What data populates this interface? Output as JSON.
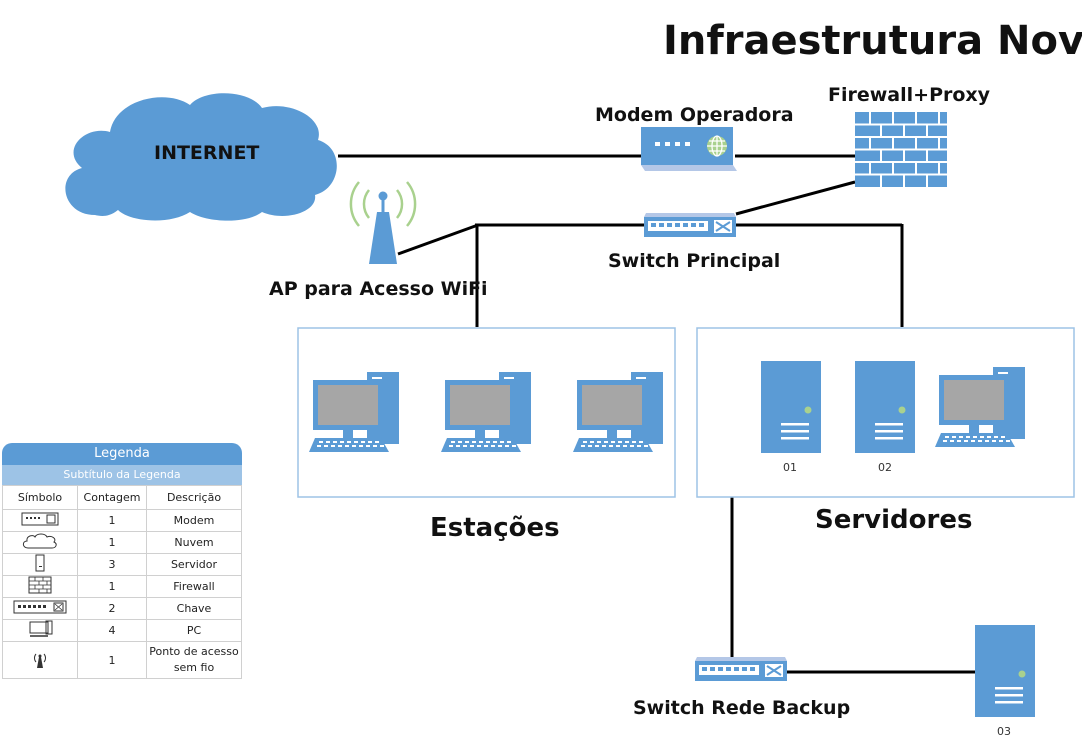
{
  "title": "Infraestrutura Nova",
  "nodes": {
    "internet": "INTERNET",
    "modem": "Modem Operadora",
    "firewall": "Firewall+Proxy",
    "switch_main": "Switch Principal",
    "ap": "AP para Acesso WiFi",
    "switch_backup": "Switch Rede Backup"
  },
  "groups": {
    "stations": "Estações",
    "servers": "Servidores"
  },
  "server_ids": [
    "01",
    "02",
    "03"
  ],
  "legend": {
    "title": "Legenda",
    "subtitle": "Subtítulo da Legenda",
    "headers": [
      "Símbolo",
      "Contagem",
      "Descrição"
    ],
    "rows": [
      {
        "icon": "modem-icon",
        "count": "1",
        "desc": "Modem"
      },
      {
        "icon": "cloud-icon",
        "count": "1",
        "desc": "Nuvem"
      },
      {
        "icon": "server-icon",
        "count": "3",
        "desc": "Servidor"
      },
      {
        "icon": "firewall-icon",
        "count": "1",
        "desc": "Firewall"
      },
      {
        "icon": "switch-icon",
        "count": "2",
        "desc": "Chave"
      },
      {
        "icon": "pc-icon",
        "count": "4",
        "desc": "PC"
      },
      {
        "icon": "access-point-icon",
        "count": "1",
        "desc": "Ponto de acesso sem fio"
      }
    ]
  },
  "colors": {
    "device_blue": "#5b9bd5",
    "screen_gray": "#a6a6a6",
    "cloud_blue": "#5b9bd5",
    "wifi_green": "#a9d18e",
    "box_border": "#9dc3e6",
    "line": "#000000"
  }
}
